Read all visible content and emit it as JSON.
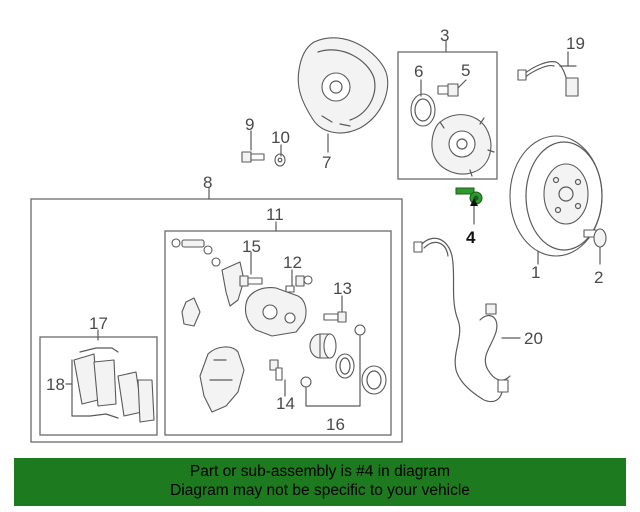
{
  "callouts": {
    "c1": "1",
    "c2": "2",
    "c3": "3",
    "c4": "4",
    "c5": "5",
    "c6": "6",
    "c7": "7",
    "c8": "8",
    "c9": "9",
    "c10": "10",
    "c11": "11",
    "c12": "12",
    "c13": "13",
    "c14": "14",
    "c15": "15",
    "c16": "16",
    "c17": "17",
    "c18": "18",
    "c19": "19",
    "c20": "20"
  },
  "highlighted_part": "4",
  "colors": {
    "banner": "#1e7a1e",
    "highlight_part": "#2e9a2e",
    "line": "#5a5a5a"
  },
  "banner": {
    "line1": "Part or sub-assembly is #4 in diagram",
    "line2": "Diagram may not be specific to your vehicle"
  }
}
